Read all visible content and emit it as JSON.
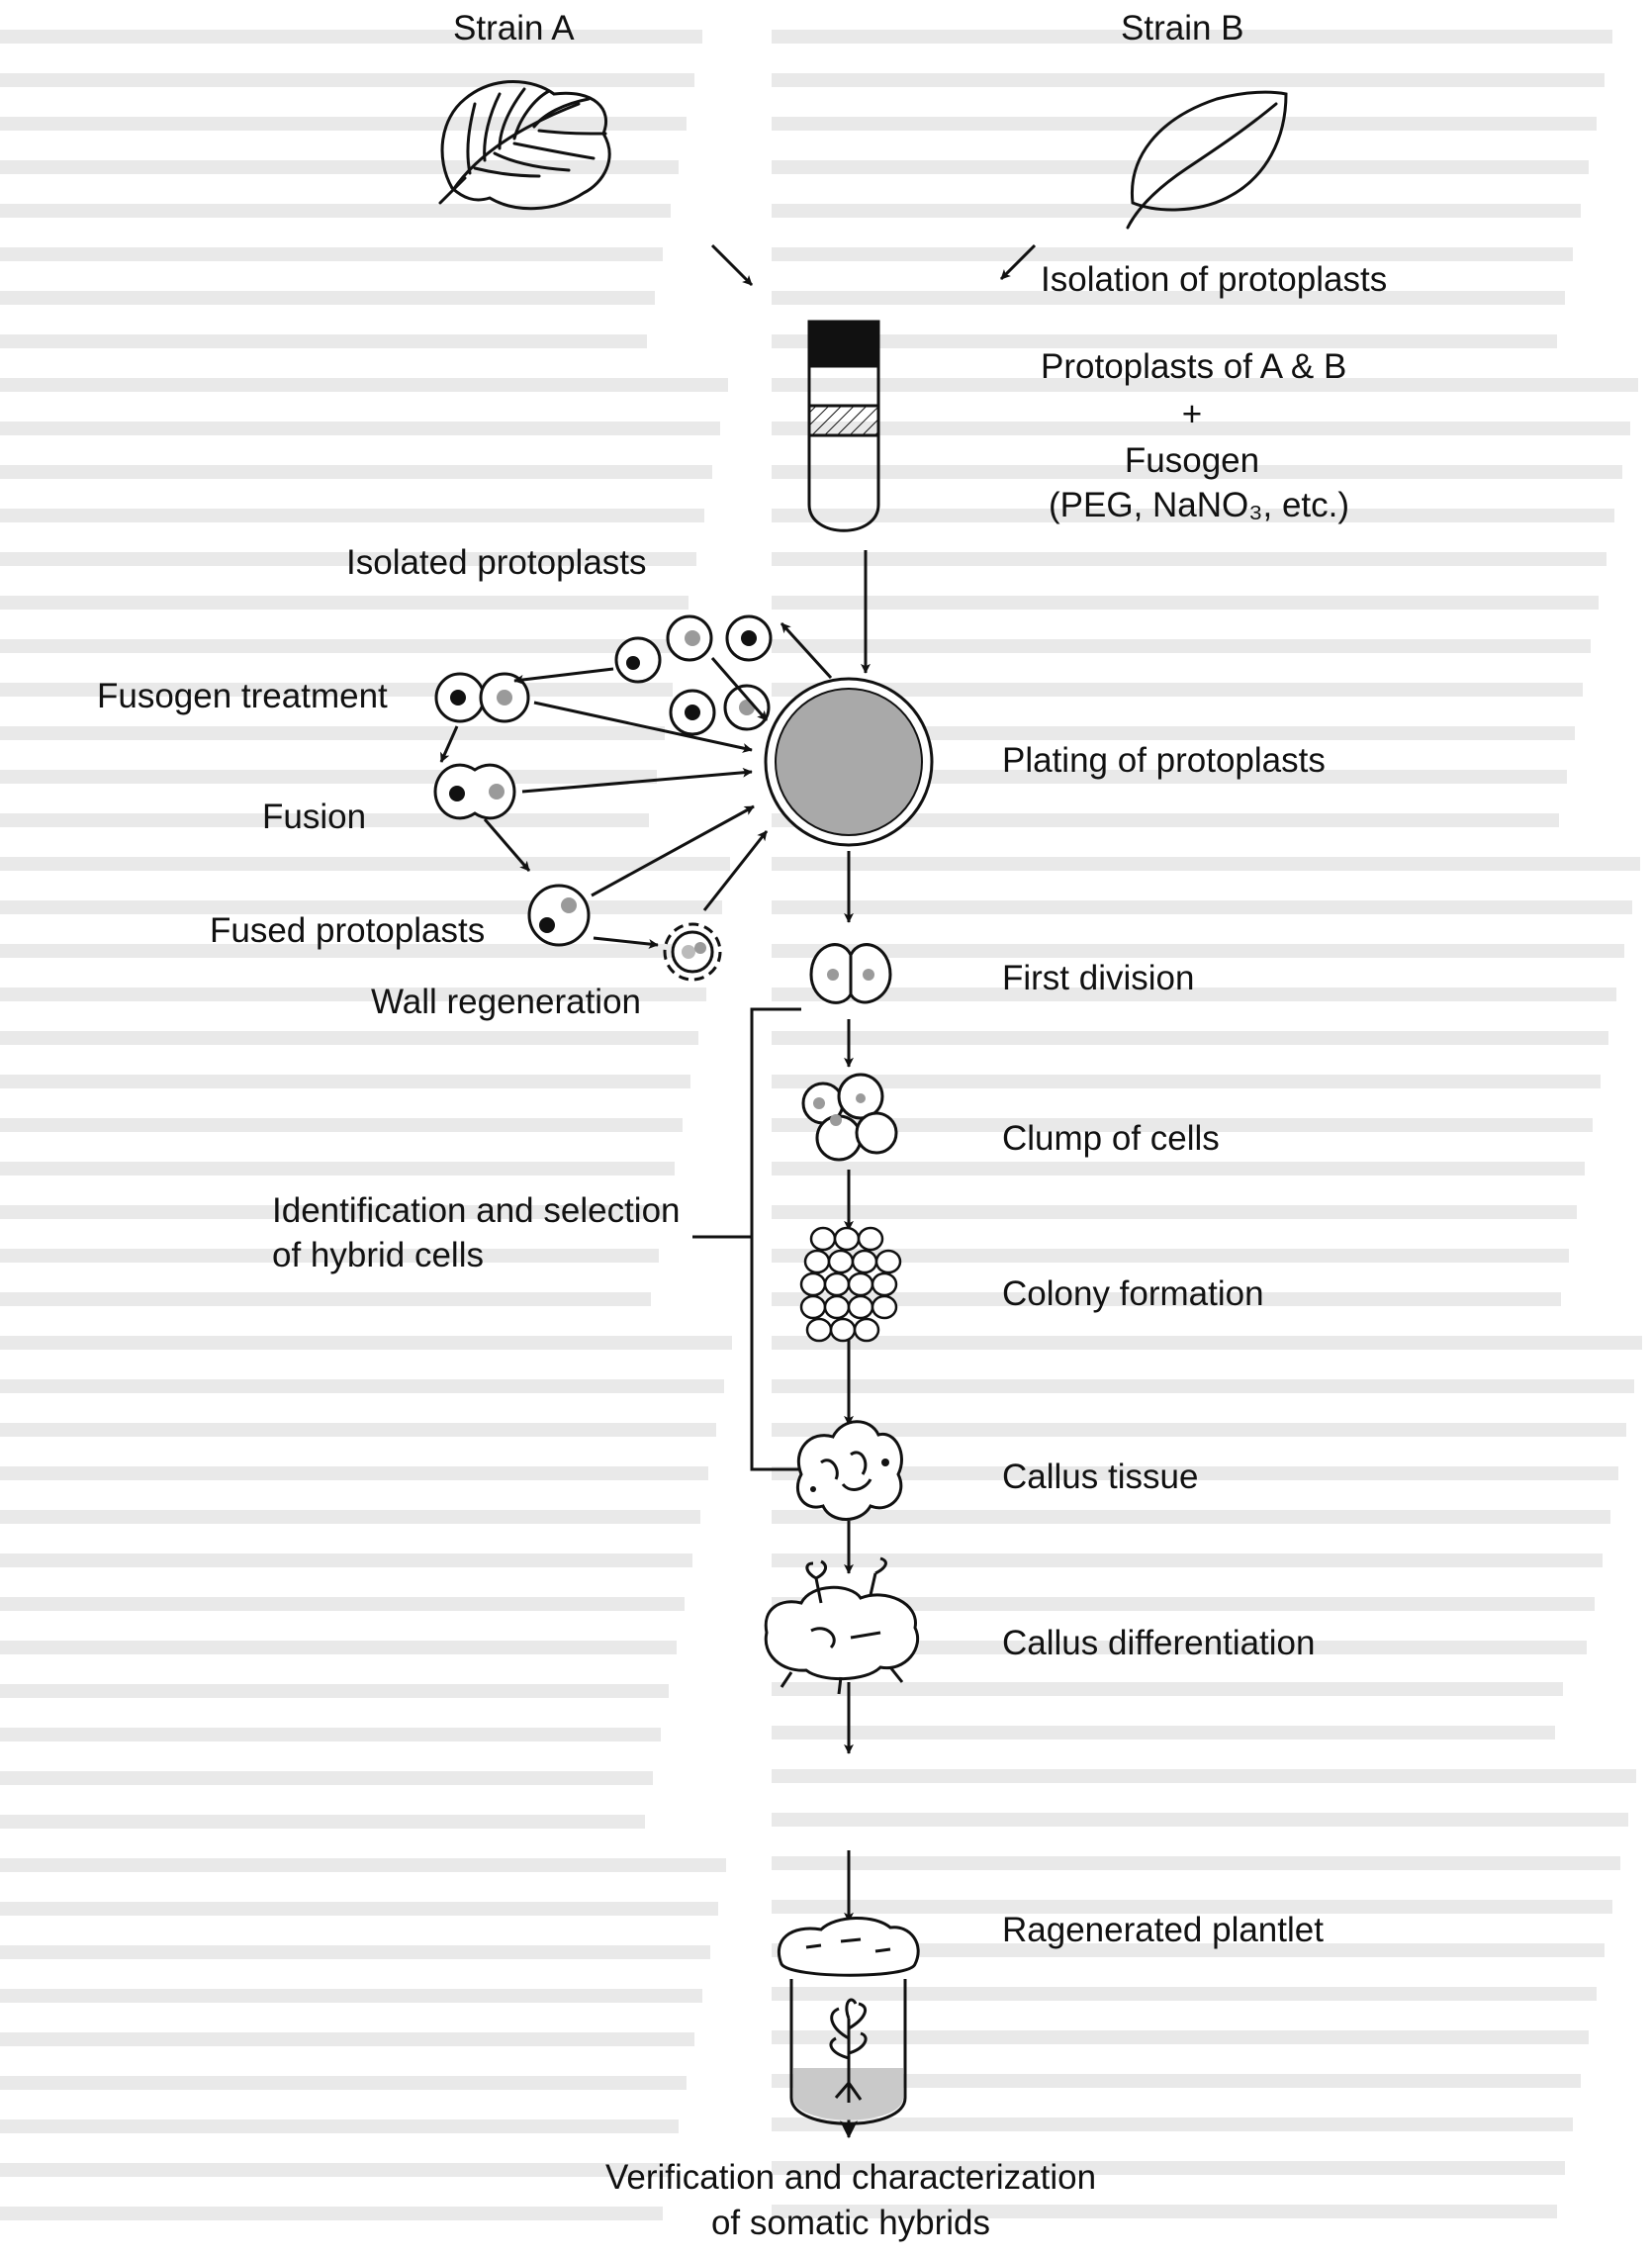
{
  "strains": {
    "a": "Strain A",
    "b": "Strain B"
  },
  "steps": {
    "isolation": "Isolation of protoplasts",
    "protoplasts_ab": "Protoplasts of A & B",
    "plus": "+",
    "fusogen": "Fusogen",
    "fusogen_examples": "(PEG, NaNO₃, etc.)",
    "plating": "Plating of protoplasts",
    "first_division": "First division",
    "clump": "Clump of cells",
    "colony": "Colony formation",
    "callus_tissue": "Callus tissue",
    "callus_diff": "Callus differentiation",
    "plantlet": "Ragenerated plantlet",
    "verification_line1": "Verification and characterization",
    "verification_line2": "of somatic hybrids"
  },
  "left_steps": {
    "isolated": "Isolated protoplasts",
    "fusogen_treatment": "Fusogen treatment",
    "fusion": "Fusion",
    "fused": "Fused protoplasts",
    "wall_regen": "Wall regeneration",
    "identification_line1": "Identification and selection",
    "identification_line2": "of hybrid cells"
  },
  "colors": {
    "ink": "#111111",
    "plate_fill": "#a9a9a9",
    "nucleus_light": "#9a9a9a",
    "bleed_text": "#cfcfcf"
  },
  "icons": [
    "leaf-a-icon",
    "leaf-b-icon",
    "test-tube-icon",
    "petri-plate-icon",
    "callus-icon",
    "plantlet-tube-icon"
  ]
}
